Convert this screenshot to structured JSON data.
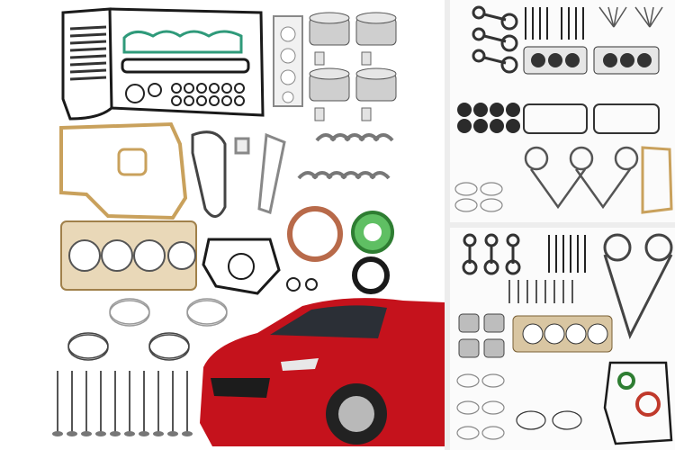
{
  "image": {
    "description_free": true
  },
  "colors": {
    "background": "#ffffff",
    "gasket_black": "#1a1a1a",
    "gasket_tan": "#c9a15c",
    "gasket_green": "#2f9a7a",
    "copper": "#b86a4a",
    "green_seal": "#3fa34d",
    "piston_metal": "#c8c8c8",
    "car_red": "#c5121c"
  },
  "panels": {
    "main": "main-product-photo",
    "top_right": "kit-thumbnail-1",
    "bottom_right": "kit-thumbnail-2"
  }
}
